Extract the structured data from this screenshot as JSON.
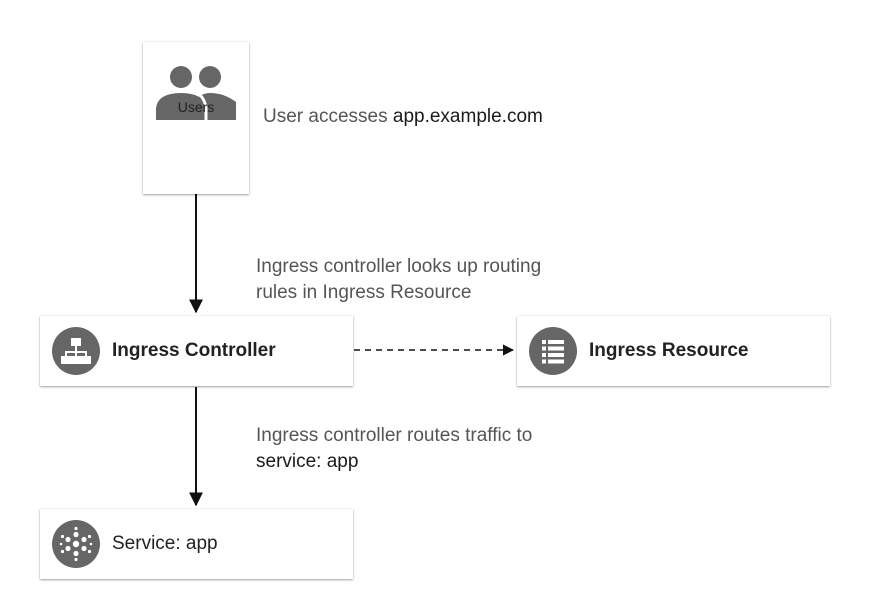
{
  "nodes": {
    "users": {
      "label": "Users",
      "icon": "users-icon"
    },
    "ingress_controller": {
      "label": "Ingress Controller",
      "icon": "sitemap-icon"
    },
    "ingress_resource": {
      "label": "Ingress Resource",
      "icon": "list-icon"
    },
    "service": {
      "label": "Service: app",
      "icon": "dots-circle-icon"
    }
  },
  "annotations": {
    "access": {
      "prefix": "User accesses ",
      "highlight": "app.example.com"
    },
    "lookup": {
      "line1": "Ingress controller looks up routing",
      "line2": "rules in Ingress Resource"
    },
    "routes": {
      "line1": "Ingress controller routes traffic to",
      "highlight": "service: app"
    }
  },
  "colors": {
    "icon_gray": "#666666",
    "annotation_text": "#555555",
    "emphasis_text": "#1a1a1a",
    "arrow": "#111111"
  }
}
